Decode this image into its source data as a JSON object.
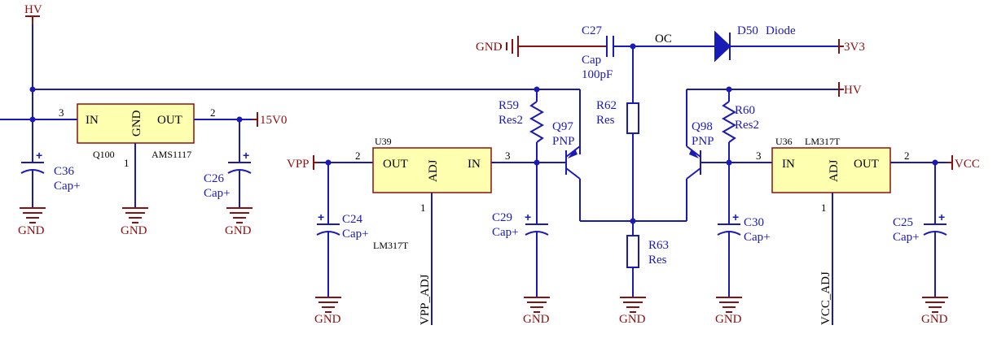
{
  "power": {
    "hv": "HV",
    "gnd": "GND",
    "v15": "15V0",
    "v3v3": "3V3",
    "vpp": "VPP",
    "vcc": "VCC"
  },
  "nets": {
    "oc": "OC",
    "vpp_adj": "VPP_ADJ",
    "vcc_adj": "VCC_ADJ"
  },
  "regulators": {
    "q100": {
      "ref": "Q100",
      "part": "AMS1117",
      "in": "IN",
      "gnd": "GND",
      "out": "OUT",
      "pin_in": "3",
      "pin_gnd": "1",
      "pin_out": "2"
    },
    "u39": {
      "ref": "U39",
      "part": "LM317T",
      "out": "OUT",
      "adj": "ADJ",
      "in": "IN",
      "pin_out": "2",
      "pin_adj": "1",
      "pin_in": "3"
    },
    "u36": {
      "ref": "U36",
      "part": "LM317T",
      "in": "IN",
      "adj": "ADJ",
      "out": "OUT",
      "pin_in": "3",
      "pin_adj": "1",
      "pin_out": "2"
    }
  },
  "caps": {
    "c36": {
      "ref": "C36",
      "value": "Cap+",
      "plus": "+"
    },
    "c26": {
      "ref": "C26",
      "value": "Cap+",
      "plus": "+"
    },
    "c24": {
      "ref": "C24",
      "value": "Cap+",
      "plus": "+"
    },
    "c29": {
      "ref": "C29",
      "value": "Cap+",
      "plus": "+"
    },
    "c30": {
      "ref": "C30",
      "value": "Cap+",
      "plus": "+"
    },
    "c25": {
      "ref": "C25",
      "value": "Cap+",
      "plus": "+"
    },
    "c27": {
      "ref": "C27",
      "value": "Cap",
      "extra": "100pF"
    }
  },
  "resistors": {
    "r59": {
      "ref": "R59",
      "value": "Res2"
    },
    "r60": {
      "ref": "R60",
      "value": "Res2"
    },
    "r62": {
      "ref": "R62",
      "value": "Res"
    },
    "r63": {
      "ref": "R63",
      "value": "Res"
    }
  },
  "transistors": {
    "q97": {
      "ref": "Q97",
      "type": "PNP"
    },
    "q98": {
      "ref": "Q98",
      "type": "PNP"
    }
  },
  "diode": {
    "ref": "D50",
    "value": "Diode"
  },
  "colors": {
    "wire": "#1a1ab4",
    "power": "#8b1010",
    "ic_fill": "#ffffb0"
  }
}
